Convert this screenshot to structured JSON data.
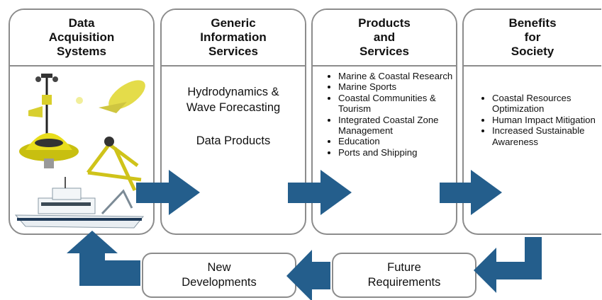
{
  "panels": {
    "data_acquisition": {
      "title_lines": [
        "Data",
        "Acquisition",
        "Systems"
      ]
    },
    "generic_info": {
      "title_lines": [
        "Generic",
        "Information",
        "Services"
      ],
      "body_line1": "Hydrodynamics &",
      "body_line2": "Wave Forecasting",
      "body_line3": "Data Products"
    },
    "products": {
      "title_lines": [
        "Products",
        "and",
        "Services"
      ],
      "items": [
        "Marine & Coastal Research",
        "Marine Sports",
        "Coastal Communities & Tourism",
        "Integrated Coastal Zone Management",
        "Education",
        "Ports and Shipping"
      ]
    },
    "benefits": {
      "title_lines": [
        "Benefits",
        "for",
        "Society"
      ],
      "items": [
        "Coastal Resources Optimization",
        "Human Impact Mitigation",
        "Increased Sustainable Awareness"
      ]
    }
  },
  "bottom": {
    "future_requirements": [
      "Future",
      "Requirements"
    ],
    "new_developments": [
      "New",
      "Developments"
    ]
  },
  "colors": {
    "arrow": "#245e8c",
    "border": "#8c8c8c"
  }
}
